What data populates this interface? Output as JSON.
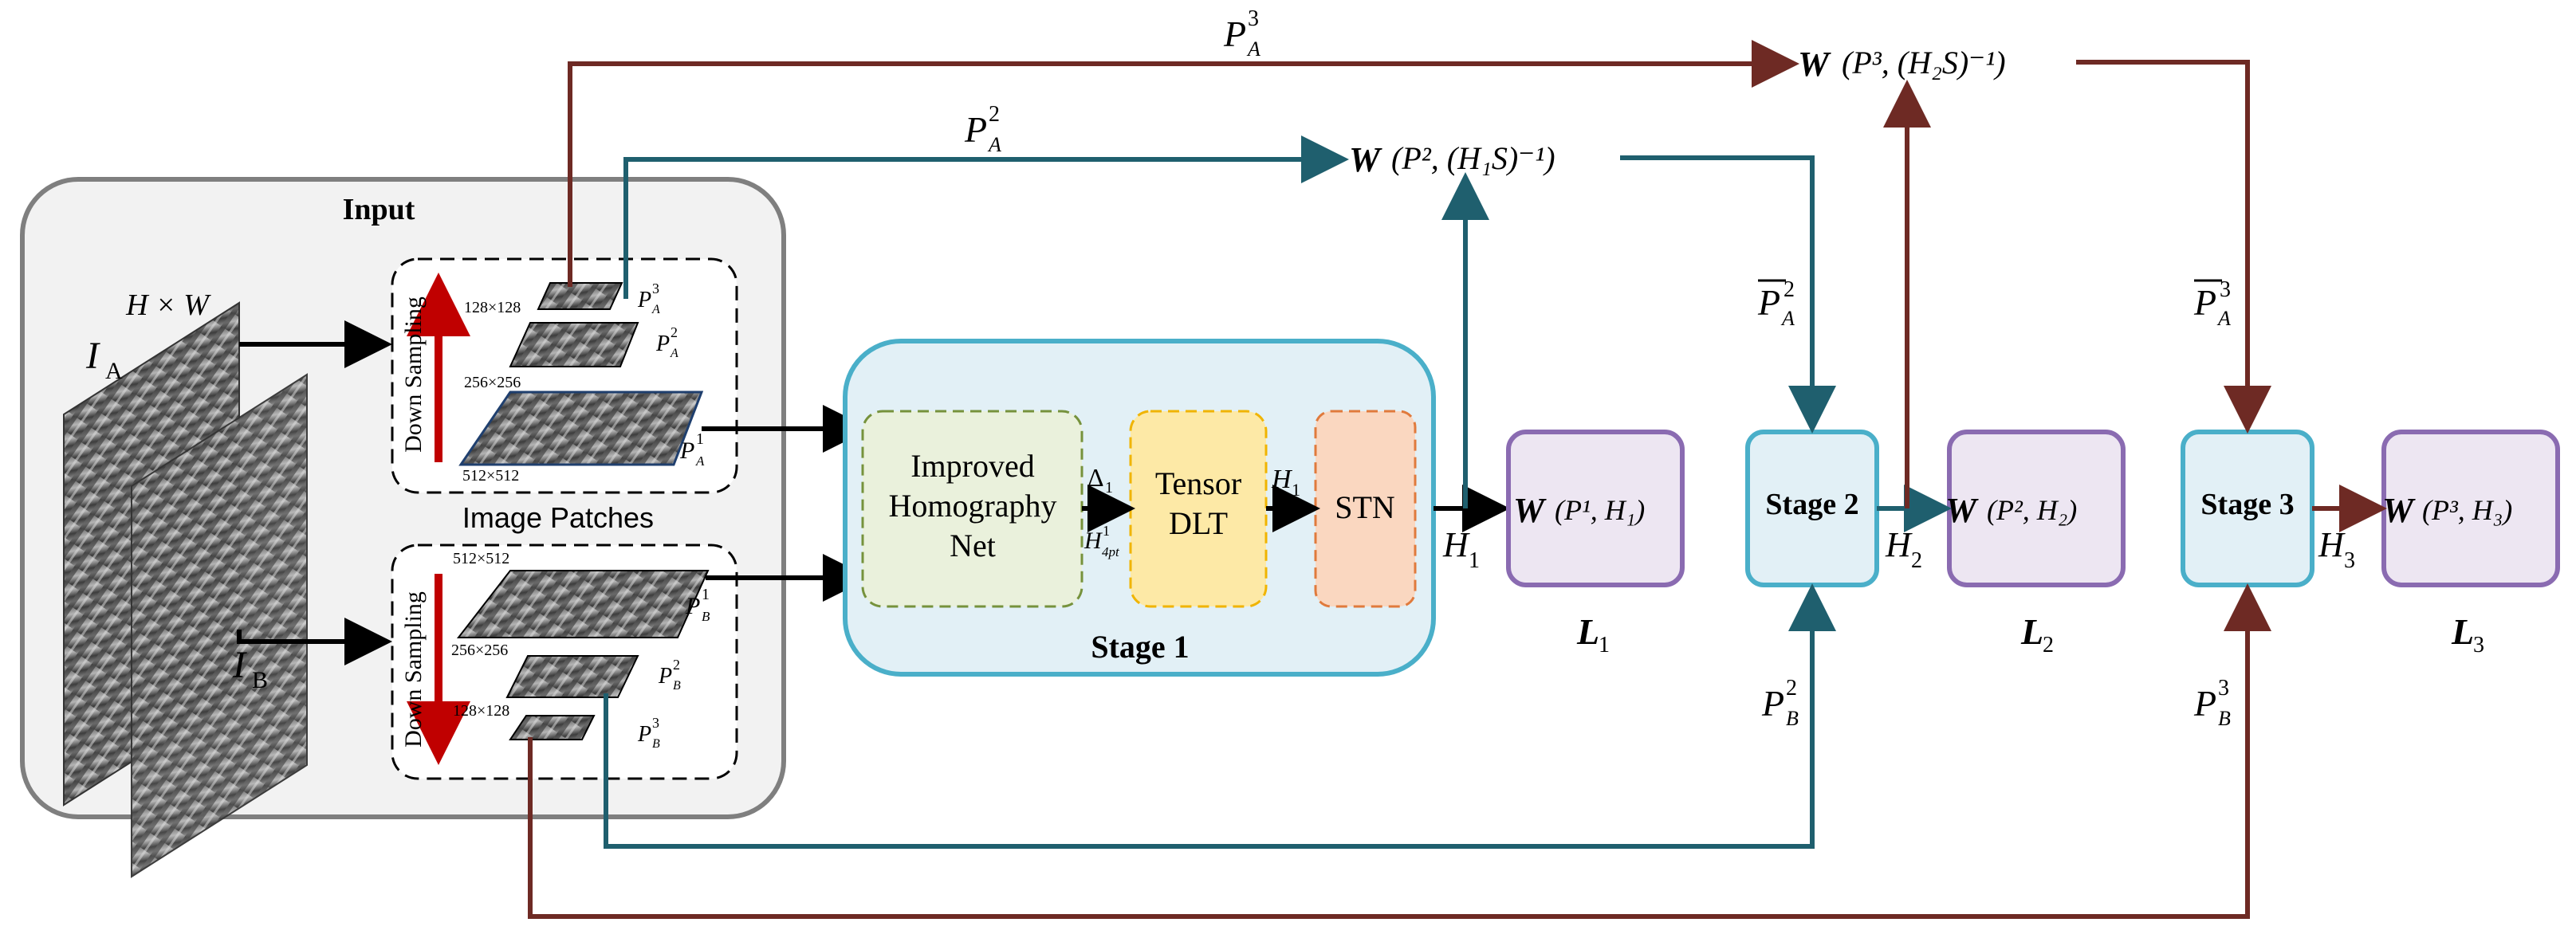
{
  "input_panel": {
    "title": "Input"
  },
  "image_labels": {
    "hw": "H × W",
    "ia_main": "I",
    "ia_sub": "A",
    "ib_main": "I",
    "ib_sub": "B"
  },
  "patches": {
    "title": "Image Patches",
    "downsampling": "Down Sampling",
    "size_128": "128×128",
    "size_256": "256×256",
    "size_512": "512×512",
    "pa_base": "P",
    "pa_sub": "A",
    "pb_base": "P",
    "pb_sub": "B",
    "sup1": "1",
    "sup2": "2",
    "sup3": "3"
  },
  "stage1": {
    "label": "Stage 1",
    "improved_line1": "Improved",
    "improved_line2": "Homography",
    "improved_line3": "Net",
    "tensor_line1": "Tensor",
    "tensor_line2": "DLT",
    "stn": "STN",
    "delta": "Δ",
    "delta_sub": "1",
    "h4pt_base": "H",
    "h4pt_sub": "4pt",
    "h4pt_sup": "1",
    "h_base": "H",
    "h_sub1": "1"
  },
  "stage2": {
    "label": "Stage 2",
    "h_base": "H",
    "h_sub": "2"
  },
  "stage3": {
    "label": "Stage 3",
    "h_base": "H",
    "h_sub": "3"
  },
  "warp": {
    "w_symbol": "W",
    "top1_expr": "(P², (H₁S)⁻¹)",
    "top2_expr": "(P³, (H₂S)⁻¹)",
    "out1_expr": "(P¹, H₁)",
    "out2_expr": "(P², H₂)",
    "out3_expr": "(P³, H₃)"
  },
  "losses": {
    "l_base": "L",
    "l1": "1",
    "l2": "2",
    "l3": "3"
  },
  "flow_labels": {
    "pa_bar2": "2",
    "pa_bar3": "3",
    "pb2": "2",
    "pb3": "3",
    "pa2_top": "2",
    "pa3_top": "3"
  },
  "colors": {
    "teal": "#1f5f6e",
    "maroon": "#6e2a24",
    "red_arrow": "#c00000",
    "stage_fill": "#e2f0f6",
    "stage_stroke": "#4aafc9",
    "improved_fill": "#eaf1dc",
    "improved_stroke": "#76923c",
    "tensor_fill": "#fde9a6",
    "tensor_stroke": "#f0b400",
    "stn_fill": "#fad7c0",
    "stn_stroke": "#e07a3c",
    "loss_fill": "#ede6f2",
    "loss_stroke": "#8a6bb1",
    "input_fill": "#f2f2f2",
    "input_stroke": "#7f7f7f"
  }
}
